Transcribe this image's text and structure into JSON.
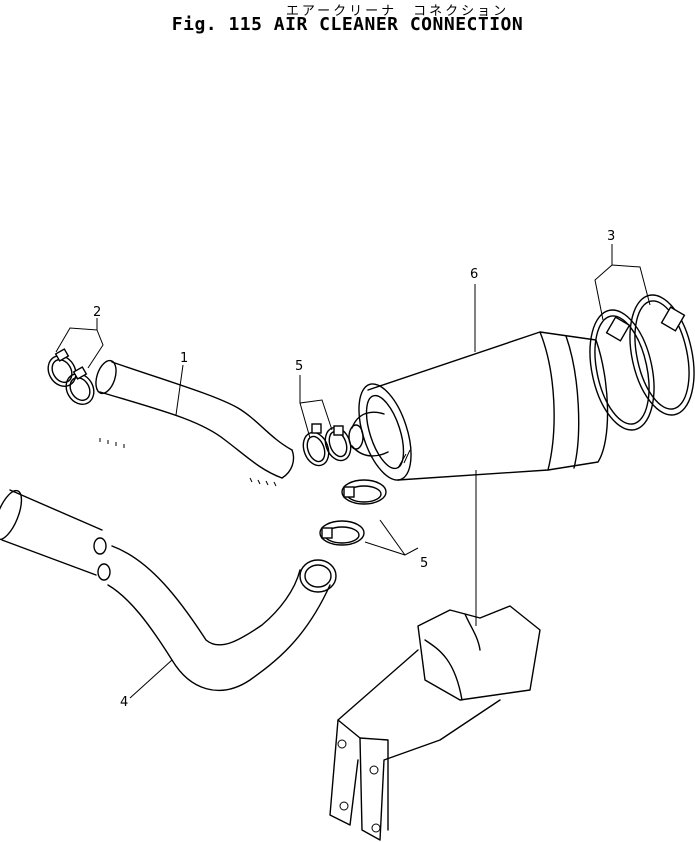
{
  "title": {
    "japanese": "エアークリーナ　コネクション",
    "english": "Fig. 115  AIR CLEANER CONNECTION"
  },
  "callouts": [
    {
      "id": "1",
      "part": "hose"
    },
    {
      "id": "2",
      "part": "clamps"
    },
    {
      "id": "3",
      "part": "bands"
    },
    {
      "id": "4",
      "part": "pipe"
    },
    {
      "id": "5a",
      "label": "5",
      "part": "clamps"
    },
    {
      "id": "5b",
      "label": "5",
      "part": "clamps"
    },
    {
      "id": "6",
      "part": "air cleaner"
    }
  ],
  "labels": {
    "c1": "1",
    "c2": "2",
    "c3": "3",
    "c4": "4",
    "c5a": "5",
    "c5b": "5",
    "c6": "6"
  }
}
